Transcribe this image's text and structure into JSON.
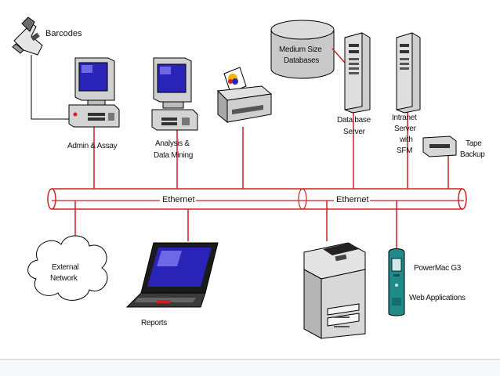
{
  "diagram": {
    "labels": {
      "barcodes": "Barcodes",
      "admin_assay": "Admin & Assay",
      "analysis_line1": "Analysis &",
      "analysis_line2": "Data Mining",
      "db_line1": "Medium Size",
      "db_line2": "Databases",
      "dbserver_line1": "Data base",
      "dbserver_line2": "Server",
      "intranet_line1": "Intranet",
      "intranet_line2": "Server",
      "intranet_line3": "with",
      "intranet_line4": "SFM",
      "tape_line1": "Tape",
      "tape_line2": "Backup",
      "ethernet_left": "Ethernet",
      "ethernet_right": "Ethernet",
      "external_line1": "External",
      "external_line2": "Network",
      "reports": "Reports",
      "powermac": "PowerMac G3",
      "web_apps": "Web Applications"
    },
    "colors": {
      "network_line": "#d11f26",
      "screen": "#2a23b8",
      "device_gray": "#cfcfcf"
    }
  }
}
